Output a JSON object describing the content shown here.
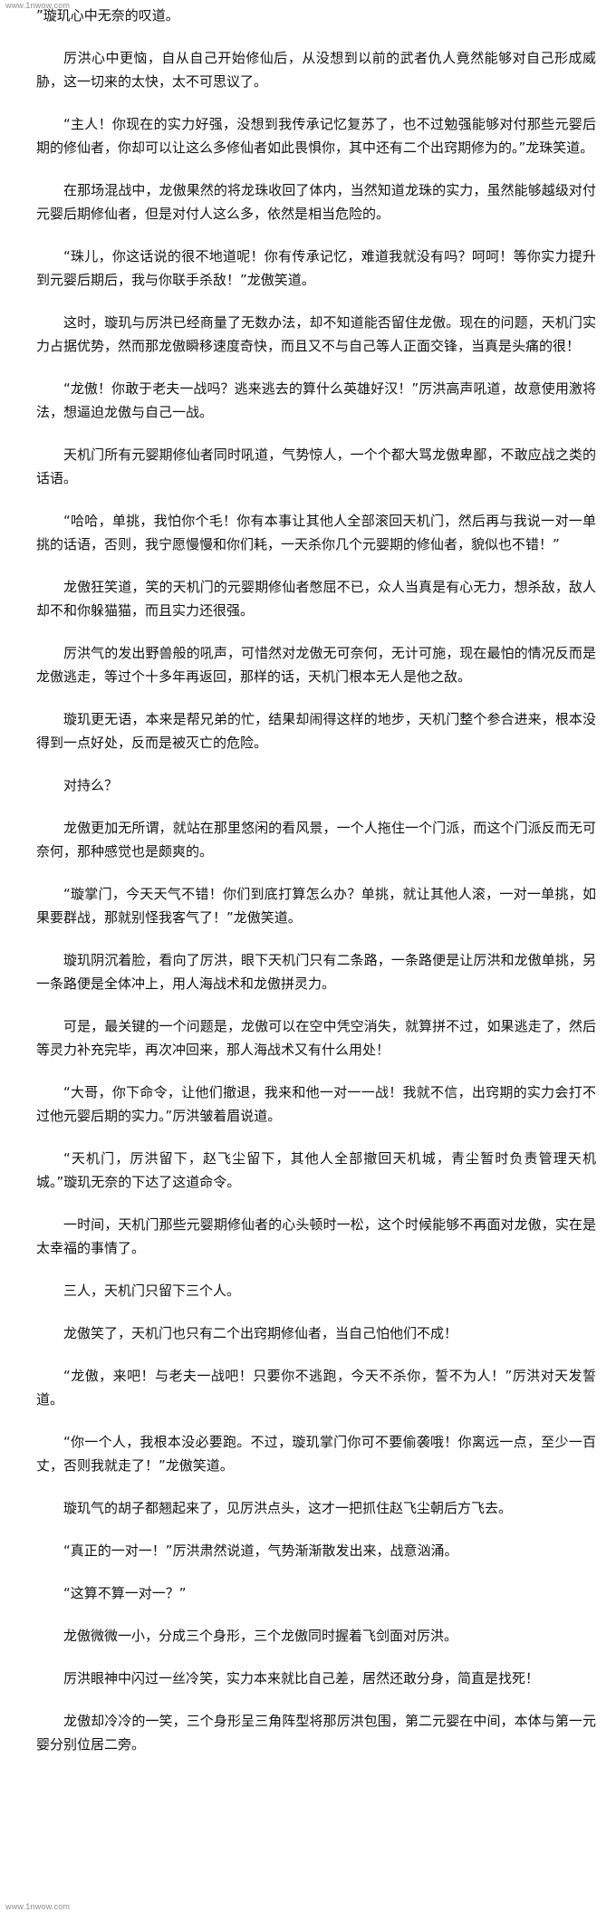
{
  "watermark": {
    "top": "www.1nwow.com",
    "bottom": "www.1nwow.com"
  },
  "paragraphs": [
    "”璇玑心中无奈的叹道。",
    "厉洪心中更恼，自从自己开始修仙后，从没想到以前的武者仇人竟然能够对自己形成威胁，这一切来的太快，太不可思议了。",
    "“主人！你现在的实力好强，没想到我传承记忆复苏了，也不过勉强能够对付那些元婴后期的修仙者，你却可以让这么多修仙者如此畏惧你，其中还有二个出窍期修为的。”龙珠笑道。",
    "在那场混战中，龙傲果然的将龙珠收回了体内，当然知道龙珠的实力，虽然能够越级对付元婴后期修仙者，但是对付人这么多，依然是相当危险的。",
    "“珠儿，你这话说的很不地道呢！你有传承记忆，难道我就没有吗？呵呵！等你实力提升到元婴后期后，我与你联手杀敌！”龙傲笑道。",
    "这时，璇玑与厉洪已经商量了无数办法，却不知道能否留住龙傲。现在的问题，天机门实力占据优势，然而那龙傲瞬移速度奇快，而且又不与自己等人正面交锋，当真是头痛的很！",
    "“龙傲！你敢于老夫一战吗？逃来逃去的算什么英雄好汉！”厉洪高声吼道，故意使用激将法，想逼迫龙傲与自己一战。",
    "天机门所有元婴期修仙者同时吼道，气势惊人，一个个都大骂龙傲卑鄙，不敢应战之类的话语。",
    "“哈哈，单挑，我怕你个毛！你有本事让其他人全部滚回天机门，然后再与我说一对一单挑的话语，否则，我宁愿慢慢和你们耗，一天杀你几个元婴期的修仙者，貌似也不错！”",
    "龙傲狂笑道，笑的天机门的元婴期修仙者憋屈不已，众人当真是有心无力，想杀敌，敌人却不和你躲猫猫，而且实力还很强。",
    "厉洪气的发出野兽般的吼声，可惜然对龙傲无可奈何，无计可施，现在最怕的情况反而是龙傲逃走，等过个十多年再返回，那样的话，天机门根本无人是他之敌。",
    "璇玑更无语，本来是帮兄弟的忙，结果却闹得这样的地步，天机门整个参合进来，根本没得到一点好处，反而是被灭亡的危险。",
    "对持么？",
    "龙傲更加无所谓，就站在那里悠闲的看风景，一个人拖住一个门派，而这个门派反而无可奈何，那种感觉也是颇爽的。",
    "“璇掌门，今天天气不错！你们到底打算怎么办？单挑，就让其他人滚，一对一单挑，如果要群战，那就别怪我客气了！”龙傲笑道。",
    "璇玑阴沉着脸，看向了厉洪，眼下天机门只有二条路，一条路便是让厉洪和龙傲单挑，另一条路便是全体冲上，用人海战术和龙傲拼灵力。",
    "可是，最关键的一个问题是，龙傲可以在空中凭空消失，就算拼不过，如果逃走了，然后等灵力补充完毕，再次冲回来，那人海战术又有什么用处！",
    "“大哥，你下命令，让他们撤退，我来和他一对一一战！我就不信，出窍期的实力会打不过他元婴后期的实力。”厉洪皱着眉说道。",
    "“天机门，厉洪留下，赵飞尘留下，其他人全部撤回天机城，青尘暂时负责管理天机城。”璇玑无奈的下达了这道命令。",
    "一时间，天机门那些元婴期修仙者的心头顿时一松，这个时候能够不再面对龙傲，实在是太幸福的事情了。",
    "三人，天机门只留下三个人。",
    "龙傲笑了，天机门也只有二个出窍期修仙者，当自己怕他们不成！",
    "“龙傲，来吧！与老夫一战吧！只要你不逃跑，今天不杀你，誓不为人！”厉洪对天发誓道。",
    "“你一个人，我根本没必要跑。不过，璇玑掌门你可不要偷袭哦！你离远一点，至少一百丈，否则我就走了！”龙傲笑道。",
    "璇玑气的胡子都翘起来了，见厉洪点头，这才一把抓住赵飞尘朝后方飞去。",
    "“真正的一对一！”厉洪肃然说道，气势渐渐散发出来，战意汹涌。",
    "“这算不算一对一？”",
    "龙傲微微一小，分成三个身形，三个龙傲同时握着飞剑面对厉洪。",
    "厉洪眼神中闪过一丝冷笑，实力本来就比自己差，居然还敢分身，简直是找死！",
    "龙傲却冷冷的一笑，三个身形呈三角阵型将那厉洪包围，第二元婴在中间，本体与第一元婴分别位居二旁。"
  ]
}
